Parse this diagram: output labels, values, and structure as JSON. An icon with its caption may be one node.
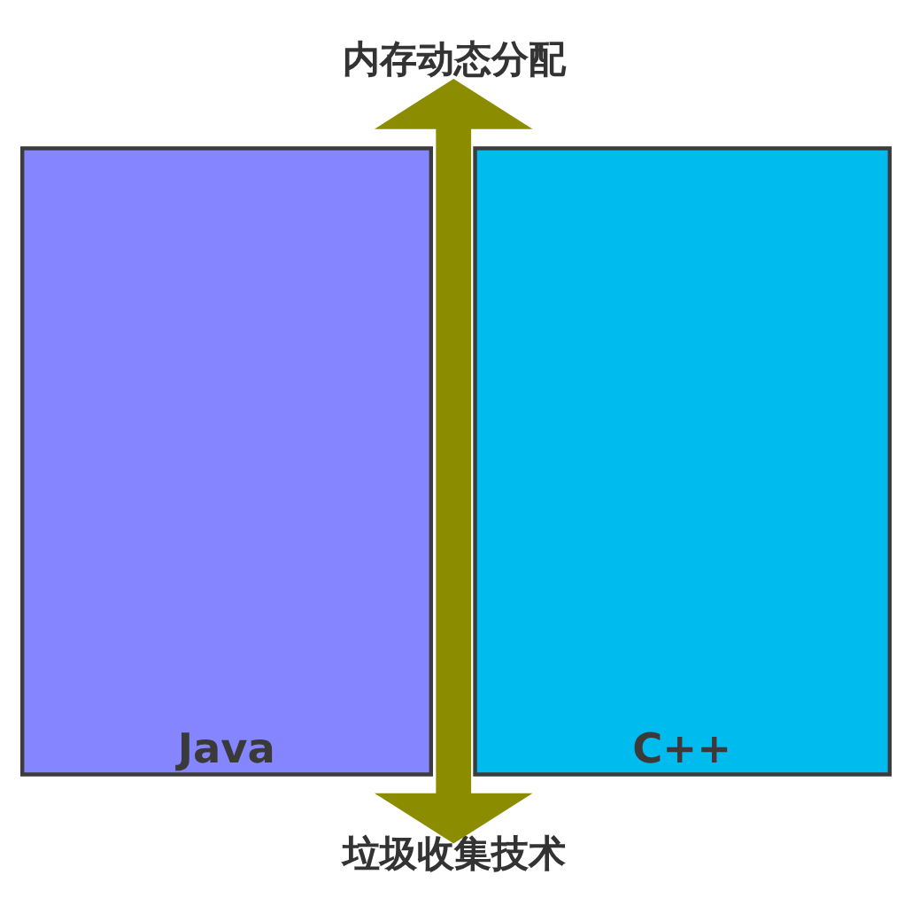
{
  "diagram": {
    "nodes": [
      {
        "text": [
          "内存动态分配"
        ]
      },
      {
        "text": [
          "Java"
        ]
      },
      {
        "text": [
          "C++"
        ]
      },
      {
        "text": [
          "垃圾收集技术"
        ]
      }
    ],
    "edges": [
      {
        "from": 0,
        "to": 3,
        "arrow": "both"
      }
    ]
  }
}
